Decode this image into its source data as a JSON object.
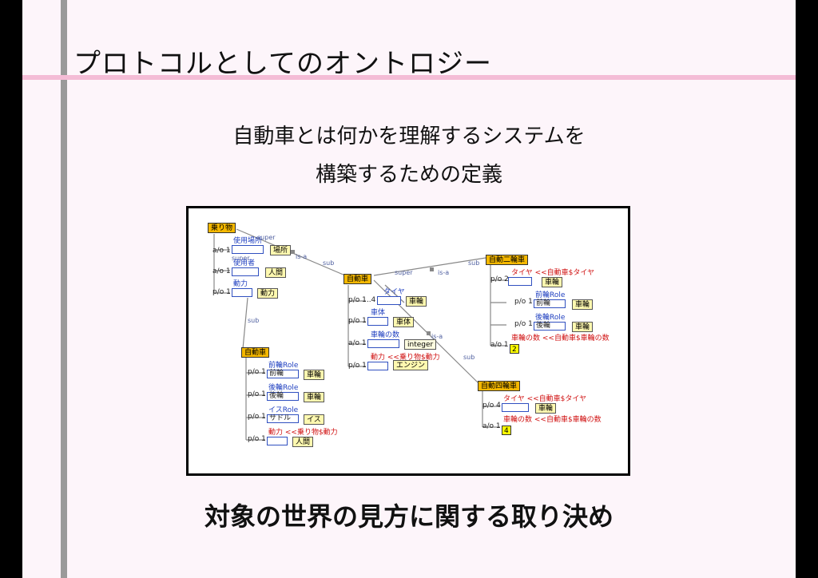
{
  "title": "プロトコルとしてのオントロジー",
  "subtitle_line1": "自動車とは何かを理解するシステムを",
  "subtitle_line2": "構築するための定義",
  "footer": "対象の世界の見方に関する取り決め",
  "diagram": {
    "norimono": {
      "label": "乗り物",
      "r1_card": "a/o 1",
      "r1_role": "使用場所",
      "r1_cls": "場所",
      "r2_card": "a/o 1",
      "r2_role": "使用者",
      "r2_cls": "人間",
      "r3_card": "p/o 1",
      "r3_role": "動力",
      "r3_cls": "動力"
    },
    "jidousha_left": {
      "label": "自動車",
      "r1_card": "p/o 1",
      "r1_role": "前輪Role",
      "r1_slot": "前輪",
      "r1_cls": "車輪",
      "r2_card": "p/o 1",
      "r2_role": "後輪Role",
      "r2_slot": "後輪",
      "r2_cls": "車輪",
      "r3_card": "p/o 1",
      "r3_role": "イスRole",
      "r3_slot": "サドル",
      "r3_cls": "イス",
      "r4_card": "p/o 1",
      "r4_role": "動力 <<乗り物$動力",
      "r4_cls": "人間"
    },
    "jidousha_center": {
      "label": "自動車",
      "r1_card": "p/o 1..4",
      "r1_role": "タイヤ",
      "r1_cls": "車輪",
      "r2_card": "p/o 1",
      "r2_role": "車体",
      "r2_cls": "車体",
      "r3_card": "a/o 1",
      "r3_role": "車輪の数",
      "r3_cls": "integer",
      "r4_card": "p/o 1",
      "r4_role": "動力 <<乗り物$動力",
      "r4_cls": "エンジン"
    },
    "nirin": {
      "label": "自動二輪車",
      "r1_card": "p/o 2",
      "r1_role": "タイヤ <<自動車$タイヤ",
      "r1_cls": "車輪",
      "r2_card": "p/o 1",
      "r2_role": "前輪Role",
      "r2_slot": "前輪",
      "r2_cls": "車輪",
      "r3_card": "p/o 1",
      "r3_role": "後輪Role",
      "r3_slot": "後輪",
      "r3_cls": "車輪",
      "r4_card": "a/o 1",
      "r4_role": "車輪の数 <<自動車$車輪の数",
      "r4_val": "2"
    },
    "yonrin": {
      "label": "自動四輪車",
      "r1_card": "p/o 4",
      "r1_role": "タイヤ <<自動車$タイヤ",
      "r1_cls": "車輪",
      "r2_card": "a/o 1",
      "r2_role": "車輪の数 <<自動車$車輪の数",
      "r2_val": "4"
    },
    "links": {
      "super": "super",
      "sub": "sub",
      "isa": "is-a"
    }
  }
}
